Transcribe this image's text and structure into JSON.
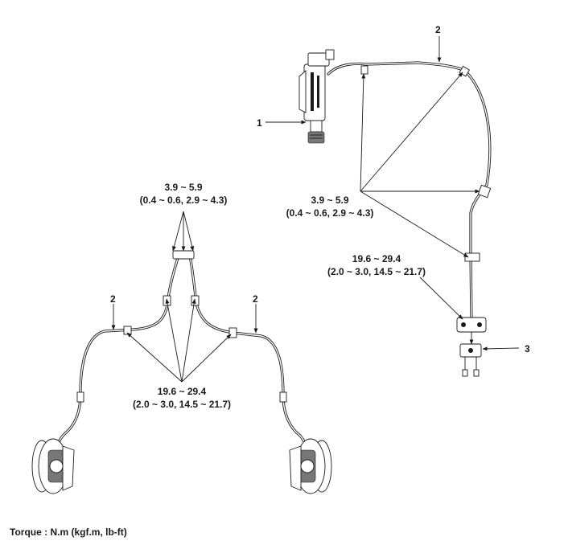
{
  "labels": {
    "part_1": "1",
    "part_2_top": "2",
    "part_2_left": "2",
    "part_2_right": "2",
    "part_3": "3"
  },
  "torques": {
    "front_upper_value": "3.9 ~ 5.9",
    "front_upper_detail": "(0.4 ~ 0.6, 2.9 ~ 4.3)",
    "front_lower_value": "19.6 ~ 29.4",
    "front_lower_detail": "(2.0 ~ 3.0, 14.5 ~ 21.7)",
    "rear_upper_value": "3.9 ~ 5.9",
    "rear_upper_detail": "(0.4 ~ 0.6, 2.9 ~ 4.3)",
    "rear_lower_value": "19.6 ~ 29.4",
    "rear_lower_detail": "(2.0 ~ 3.0, 14.5 ~ 21.7)"
  },
  "footer": {
    "torque_unit": "Torque : N.m (kgf.m, lb-ft)"
  }
}
